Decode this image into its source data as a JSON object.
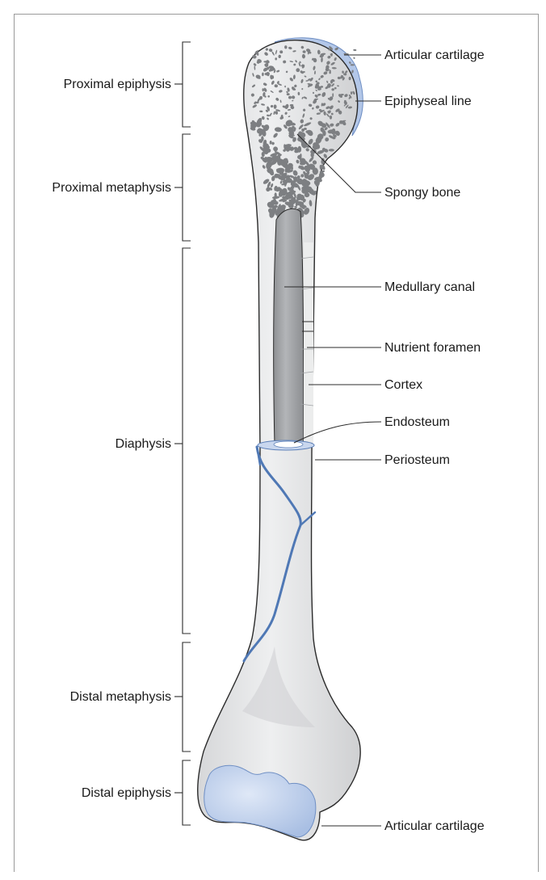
{
  "regions": [
    {
      "label": "Proximal epiphysis"
    },
    {
      "label": "Proximal metaphysis"
    },
    {
      "label": "Diaphysis"
    },
    {
      "label": "Distal metaphysis"
    },
    {
      "label": "Distal epiphysis"
    }
  ],
  "structures": [
    {
      "label": "Articular cartilage"
    },
    {
      "label": "Epiphyseal line"
    },
    {
      "label": "Spongy bone"
    },
    {
      "label": "Medullary canal"
    },
    {
      "label": "Nutrient foramen"
    },
    {
      "label": "Cortex"
    },
    {
      "label": "Endosteum"
    },
    {
      "label": "Periosteum"
    },
    {
      "label": "Articular cartilage"
    }
  ],
  "colors": {
    "bone": "#e6e7e8",
    "bone_shadow": "#cfd0d2",
    "medullary": "#a7a9ac",
    "cartilage": "#b9cbe8",
    "vessel": "#5b86c0",
    "line": "#2b2b2b"
  }
}
